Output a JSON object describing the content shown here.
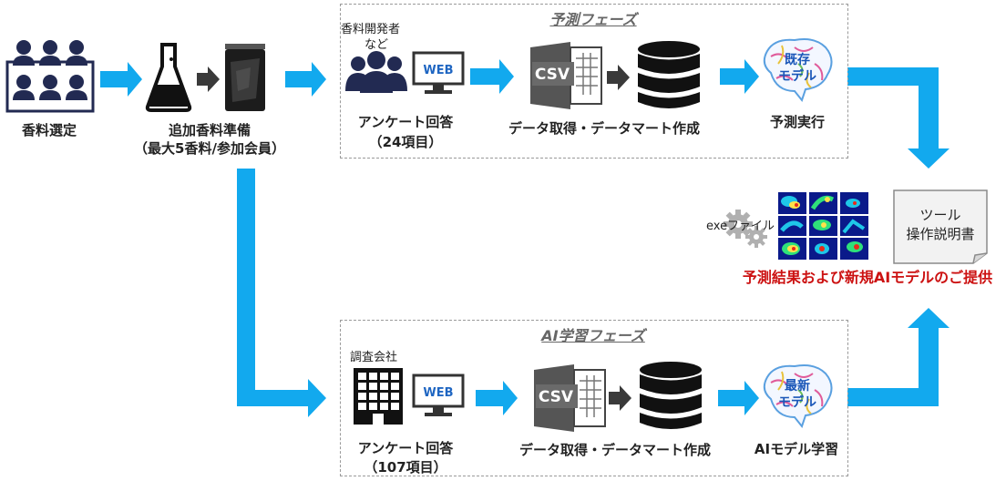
{
  "colors": {
    "arrow": "#12a9ee",
    "icon": "#222a52",
    "dark_arrow": "#3a3a3a",
    "result_text": "#cc1111",
    "phase_border": "#9a9a9a"
  },
  "top_flow": {
    "step1_label": "香料選定",
    "step2_label_line1": "追加香料準備",
    "step2_label_line2": "（最大5香料/参加会員）"
  },
  "prediction_phase": {
    "title": "予測フェーズ",
    "respondent_line1": "香料開発者",
    "respondent_line2": "など",
    "web_label": "WEB",
    "survey_line1": "アンケート回答",
    "survey_line2": "（24項目）",
    "csv_label": "CSV",
    "data_label": "データ取得・データマート作成",
    "model_line1": "既存",
    "model_line2": "モデル",
    "run_label": "予測実行"
  },
  "ai_phase": {
    "title": "AI学習フェーズ",
    "respondent_label": "調査会社",
    "web_label": "WEB",
    "survey_line1": "アンケート回答",
    "survey_line2": "（107項目）",
    "csv_label": "CSV",
    "data_label": "データ取得・データマート作成",
    "model_line1": "最新",
    "model_line2": "モデル",
    "learn_label": "AIモデル学習"
  },
  "deliverables": {
    "exe_label": "exeファイル",
    "doc_line1": "ツール",
    "doc_line2": "操作説明書",
    "caption": "予測結果および新規AIモデルのご提供"
  }
}
